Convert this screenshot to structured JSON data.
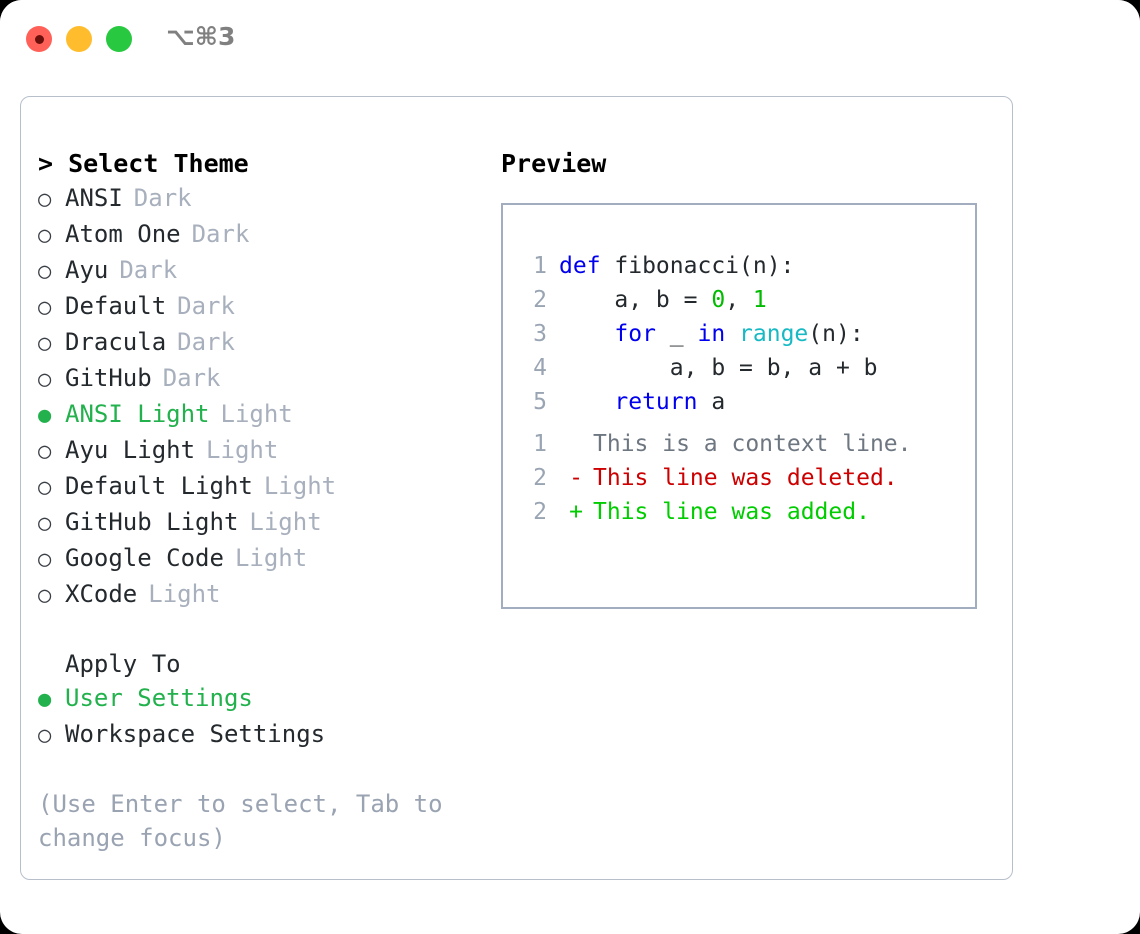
{
  "window": {
    "shortcut_label": "⌥⌘3",
    "traffic_lights": [
      {
        "name": "close",
        "color": "#ff6058"
      },
      {
        "name": "minimize",
        "color": "#ffbd2e"
      },
      {
        "name": "maximize",
        "color": "#28c840"
      }
    ]
  },
  "left": {
    "heading": "> Select Theme",
    "themes": [
      {
        "marker": "○",
        "name": "ANSI",
        "suffix": "Dark",
        "selected": false
      },
      {
        "marker": "○",
        "name": "Atom One",
        "suffix": "Dark",
        "selected": false
      },
      {
        "marker": "○",
        "name": "Ayu",
        "suffix": "Dark",
        "selected": false
      },
      {
        "marker": "○",
        "name": "Default",
        "suffix": "Dark",
        "selected": false
      },
      {
        "marker": "○",
        "name": "Dracula",
        "suffix": "Dark",
        "selected": false
      },
      {
        "marker": "○",
        "name": "GitHub",
        "suffix": "Dark",
        "selected": false
      },
      {
        "marker": "●",
        "name": "ANSI Light",
        "suffix": "Light",
        "selected": true
      },
      {
        "marker": "○",
        "name": "Ayu Light",
        "suffix": "Light",
        "selected": false
      },
      {
        "marker": "○",
        "name": "Default Light",
        "suffix": "Light",
        "selected": false
      },
      {
        "marker": "○",
        "name": "GitHub Light",
        "suffix": "Light",
        "selected": false
      },
      {
        "marker": "○",
        "name": "Google Code",
        "suffix": "Light",
        "selected": false
      },
      {
        "marker": "○",
        "name": "XCode",
        "suffix": "Light",
        "selected": false
      }
    ],
    "apply_to_label": "Apply To",
    "apply_to_options": [
      {
        "marker": "●",
        "name": "User Settings",
        "selected": true
      },
      {
        "marker": "○",
        "name": "Workspace Settings",
        "selected": false
      }
    ],
    "hint": "(Use Enter to select, Tab to change focus)"
  },
  "right": {
    "preview_title": "Preview",
    "code_lines": [
      {
        "no": "1",
        "tokens": [
          {
            "t": "def",
            "c": "kw"
          },
          {
            "t": " fibonacci(n):",
            "c": "plain"
          }
        ]
      },
      {
        "no": "2",
        "tokens": [
          {
            "t": "    a, b = ",
            "c": "plain"
          },
          {
            "t": "0",
            "c": "num"
          },
          {
            "t": ", ",
            "c": "plain"
          },
          {
            "t": "1",
            "c": "num"
          }
        ]
      },
      {
        "no": "3",
        "tokens": [
          {
            "t": "    ",
            "c": "plain"
          },
          {
            "t": "for",
            "c": "kw"
          },
          {
            "t": " _ ",
            "c": "plain"
          },
          {
            "t": "in",
            "c": "kw"
          },
          {
            "t": " ",
            "c": "plain"
          },
          {
            "t": "range",
            "c": "fn"
          },
          {
            "t": "(n):",
            "c": "plain"
          }
        ]
      },
      {
        "no": "4",
        "tokens": [
          {
            "t": "        a, b = b, a + b",
            "c": "plain"
          }
        ]
      },
      {
        "no": "5",
        "tokens": [
          {
            "t": "    ",
            "c": "plain"
          },
          {
            "t": "return",
            "c": "kw"
          },
          {
            "t": " a",
            "c": "plain"
          }
        ]
      }
    ],
    "diff_lines": [
      {
        "no": "1",
        "sign": " ",
        "text": "This is a context line.",
        "kind": "ctx"
      },
      {
        "no": "2",
        "sign": "-",
        "text": "This line was deleted.",
        "kind": "del"
      },
      {
        "no": "2",
        "sign": "+",
        "text": "This line was added.",
        "kind": "add"
      }
    ]
  },
  "colors": {
    "selected_green": "#22b14c",
    "suffix_gray": "#a8b0bd",
    "hint_gray": "#9aa3b2",
    "keyword_blue": "#0000ee",
    "function_cyan": "#16b9c4",
    "number_green": "#00bb00",
    "diff_delete_red": "#cc0000",
    "diff_add_green": "#00cc00",
    "border_gray": "#b7bfcb"
  }
}
